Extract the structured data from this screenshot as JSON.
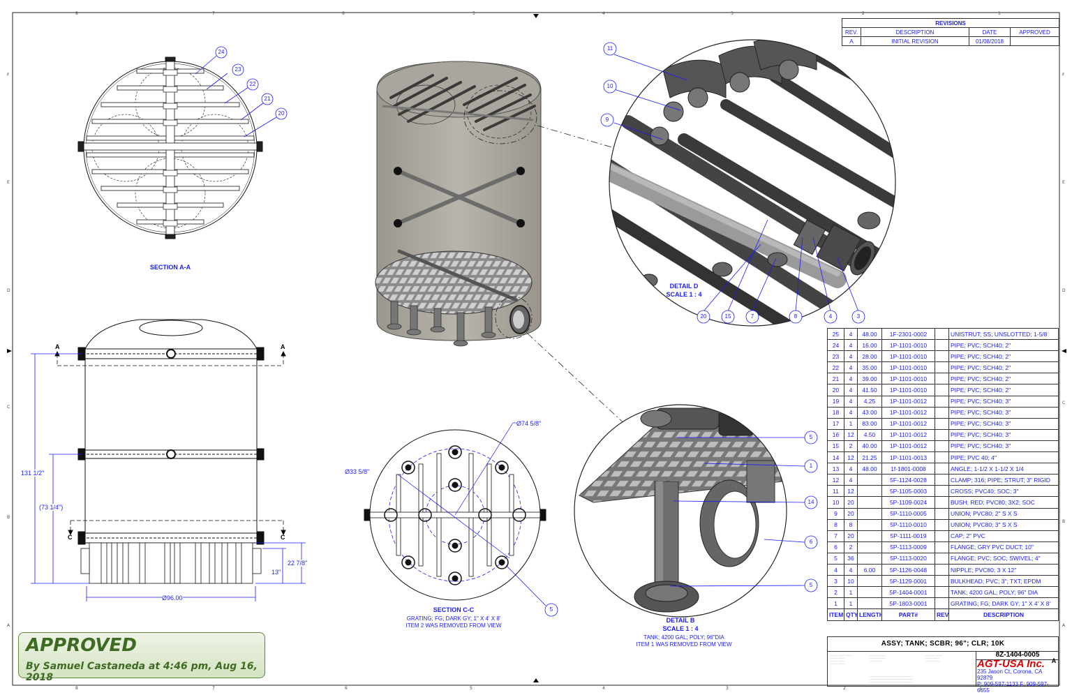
{
  "zones": {
    "top": [
      "8",
      "7",
      "6",
      "5",
      "4",
      "3",
      "2",
      "1"
    ],
    "side": [
      "F",
      "E",
      "D",
      "C",
      "B",
      "A"
    ]
  },
  "revisions": {
    "header": "REVISIONS",
    "columns": [
      "REV.",
      "DESCRIPTION",
      "DATE",
      "APPROVED"
    ],
    "rows": [
      [
        "A",
        "INITIAL REVISION",
        "01/08/2018",
        ""
      ]
    ]
  },
  "views": {
    "section_aa": "SECTION A-A",
    "section_cc": "SECTION C-C",
    "section_cc_note1": "GRATING; FG; DARK GY; 1\" X 4' X 8'",
    "section_cc_note2": "ITEM 2 WAS REMOVED FROM VIEW",
    "detail_d": "DETAIL D",
    "detail_d_scale": "SCALE 1 : 4",
    "detail_b": "DETAIL B",
    "detail_b_scale": "SCALE 1 : 4",
    "detail_b_note1": "TANK; 4200 GAL; POLY; 96\"DIA",
    "detail_b_note2": "ITEM 1 WAS REMOVED FROM VIEW"
  },
  "dimensions": {
    "overall_height": "131 1/2\"",
    "mid_height": "(73 1/4\")",
    "base_height": "22 7/8\"",
    "foot_height": "13\"",
    "diameter": "Ø96.00",
    "dia_outer": "Ø74 5/8\"",
    "dia_inner": "Ø33 5/8\""
  },
  "section_letters": {
    "a": "A",
    "c": "C"
  },
  "balloons": {
    "section_aa": [
      "24",
      "23",
      "22",
      "21",
      "20"
    ],
    "detail_d": [
      "11",
      "10",
      "9",
      "20",
      "15",
      "7",
      "8",
      "4",
      "3"
    ],
    "detail_b": [
      "5",
      "1",
      "14",
      "6",
      "5"
    ],
    "section_cc": [
      "5"
    ]
  },
  "bom": {
    "header": [
      "ITEM",
      "QTY",
      "LENGTH",
      "PART#",
      "REV",
      "DESCRIPTION"
    ],
    "rows": [
      [
        "25",
        "4",
        "48.00",
        "1F-2301-0002",
        "",
        "UNISTRUT; SS; UNSLOTTED; 1-5/8"
      ],
      [
        "24",
        "4",
        "16.00",
        "1P-1101-0010",
        "",
        "PIPE; PVC; SCH40; 2\""
      ],
      [
        "23",
        "4",
        "28.00",
        "1P-1101-0010",
        "",
        "PIPE; PVC; SCH40; 2\""
      ],
      [
        "22",
        "4",
        "35.00",
        "1P-1101-0010",
        "",
        "PIPE; PVC; SCH40; 2\""
      ],
      [
        "21",
        "4",
        "39.00",
        "1P-1101-0010",
        "",
        "PIPE; PVC; SCH40; 2\""
      ],
      [
        "20",
        "4",
        "41.50",
        "1P-1101-0010",
        "",
        "PIPE; PVC; SCH40; 2\""
      ],
      [
        "19",
        "4",
        "4.25",
        "1P-1101-0012",
        "",
        "PIPE; PVC; SCH40; 3\""
      ],
      [
        "18",
        "4",
        "43.00",
        "1P-1101-0012",
        "",
        "PIPE; PVC; SCH40; 3\""
      ],
      [
        "17",
        "1",
        "83.00",
        "1P-1101-0012",
        "",
        "PIPE; PVC; SCH40; 3\""
      ],
      [
        "16",
        "12",
        "4.50",
        "1P-1101-0012",
        "",
        "PIPE; PVC; SCH40; 3\""
      ],
      [
        "15",
        "2",
        "40.00",
        "1P-1101-0012",
        "",
        "PIPE; PVC; SCH40; 3\""
      ],
      [
        "14",
        "12",
        "21.25",
        "1P-1101-0013",
        "",
        "PIPE; PVC 40; 4\""
      ],
      [
        "13",
        "4",
        "48.00",
        "1f-1801-0008",
        "",
        "ANGLE; 1-1/2 X 1-1/2 X 1/4"
      ],
      [
        "12",
        "4",
        "",
        "5F-1124-0028",
        "",
        "CLAMP; 316; PIPE; STRUT; 3\" RIGID"
      ],
      [
        "11",
        "12",
        "",
        "5P-1105-0003",
        "",
        "CROSS; PVC40; SOC; 3\""
      ],
      [
        "10",
        "20",
        "",
        "5P-1109-0024",
        "",
        "BUSH; RED; PVC80; 3X2; SOC"
      ],
      [
        "9",
        "20",
        "",
        "5P-1110-0005",
        "",
        "UNION; PVC80; 2\" S X S"
      ],
      [
        "8",
        "8",
        "",
        "5P-1110-0010",
        "",
        "UNION; PVC80; 3\" S X S"
      ],
      [
        "7",
        "20",
        "",
        "5P-1111-0019",
        "",
        "CAP; 2\" PVC"
      ],
      [
        "6",
        "2",
        "",
        "5P-1113-0009",
        "",
        "FLANGE; GRY PVC DUCT; 10\""
      ],
      [
        "5",
        "36",
        "",
        "5P-1113-0020",
        "",
        "FLANGE; PVC; SOC; SWIVEL; 4\""
      ],
      [
        "4",
        "4",
        "6.00",
        "5P-1126-0048",
        "",
        "NIPPLE; PVC80; 3 X 12\""
      ],
      [
        "3",
        "10",
        "",
        "5P-1129-0001",
        "",
        "BULKHEAD; PVC; 3\"; TXT; EPDM"
      ],
      [
        "2",
        "1",
        "",
        "5P-1404-0001",
        "",
        "TANK; 4200 GAL; POLY; 96\" DIA"
      ],
      [
        "1",
        "1",
        "",
        "5P-1803-0001",
        "",
        "GRATING; FG; DARK GY; 1\" X 4' X 8'"
      ]
    ]
  },
  "title_block": {
    "title": "ASSY; TANK; SCBR; 96\"; CLR; 10K",
    "part_number": "8Z-1404-0005",
    "rev": "A",
    "company": "AGT-USA Inc.",
    "address": "235 Jason Ct, Corona, CA 92879",
    "phone": "P: 909-597-1133  F: 909-597-6655"
  },
  "stamp": {
    "status": "APPROVED",
    "by": "By Samuel Castaneda  at 4:46 pm, Aug 16, 2018"
  },
  "colors": {
    "annotation": "#1a1aff",
    "stamp": "#3e6b22",
    "company": "#dd0000"
  }
}
